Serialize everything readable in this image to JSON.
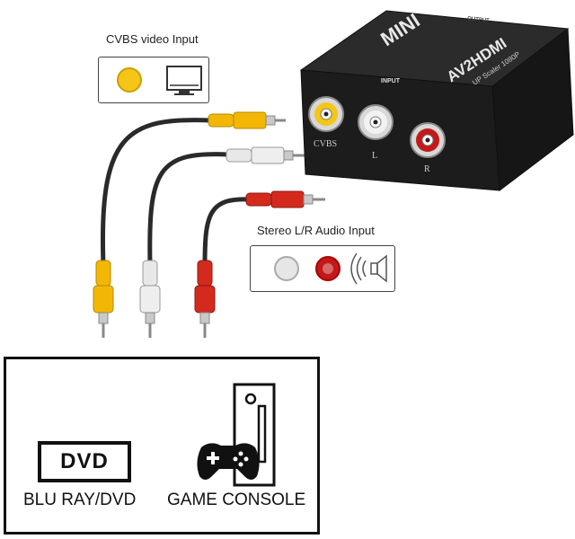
{
  "cvbs_input": {
    "title": "CVBS video Input",
    "jack_color": "#f5c518"
  },
  "stereo_input": {
    "title": "Stereo L/R Audio Input",
    "left_color": "#e6e6e6",
    "right_color": "#c21a1a"
  },
  "converter": {
    "brand": "MINI",
    "model": "AV2HDMI",
    "subtitle": "UP Scaler 1080P",
    "input_label": "INPUT",
    "output_label": "OUTPUT",
    "port_labels": [
      "CVBS",
      "L",
      "R"
    ],
    "body_color": "#1a1a1a"
  },
  "sources": {
    "dvd_badge": "DVD",
    "dvd_label": "BLU RAY/DVD",
    "console_label": "GAME CONSOLE"
  },
  "cable_colors": {
    "yellow": "#f2b705",
    "white": "#e8e8e8",
    "red": "#d42a1e"
  }
}
